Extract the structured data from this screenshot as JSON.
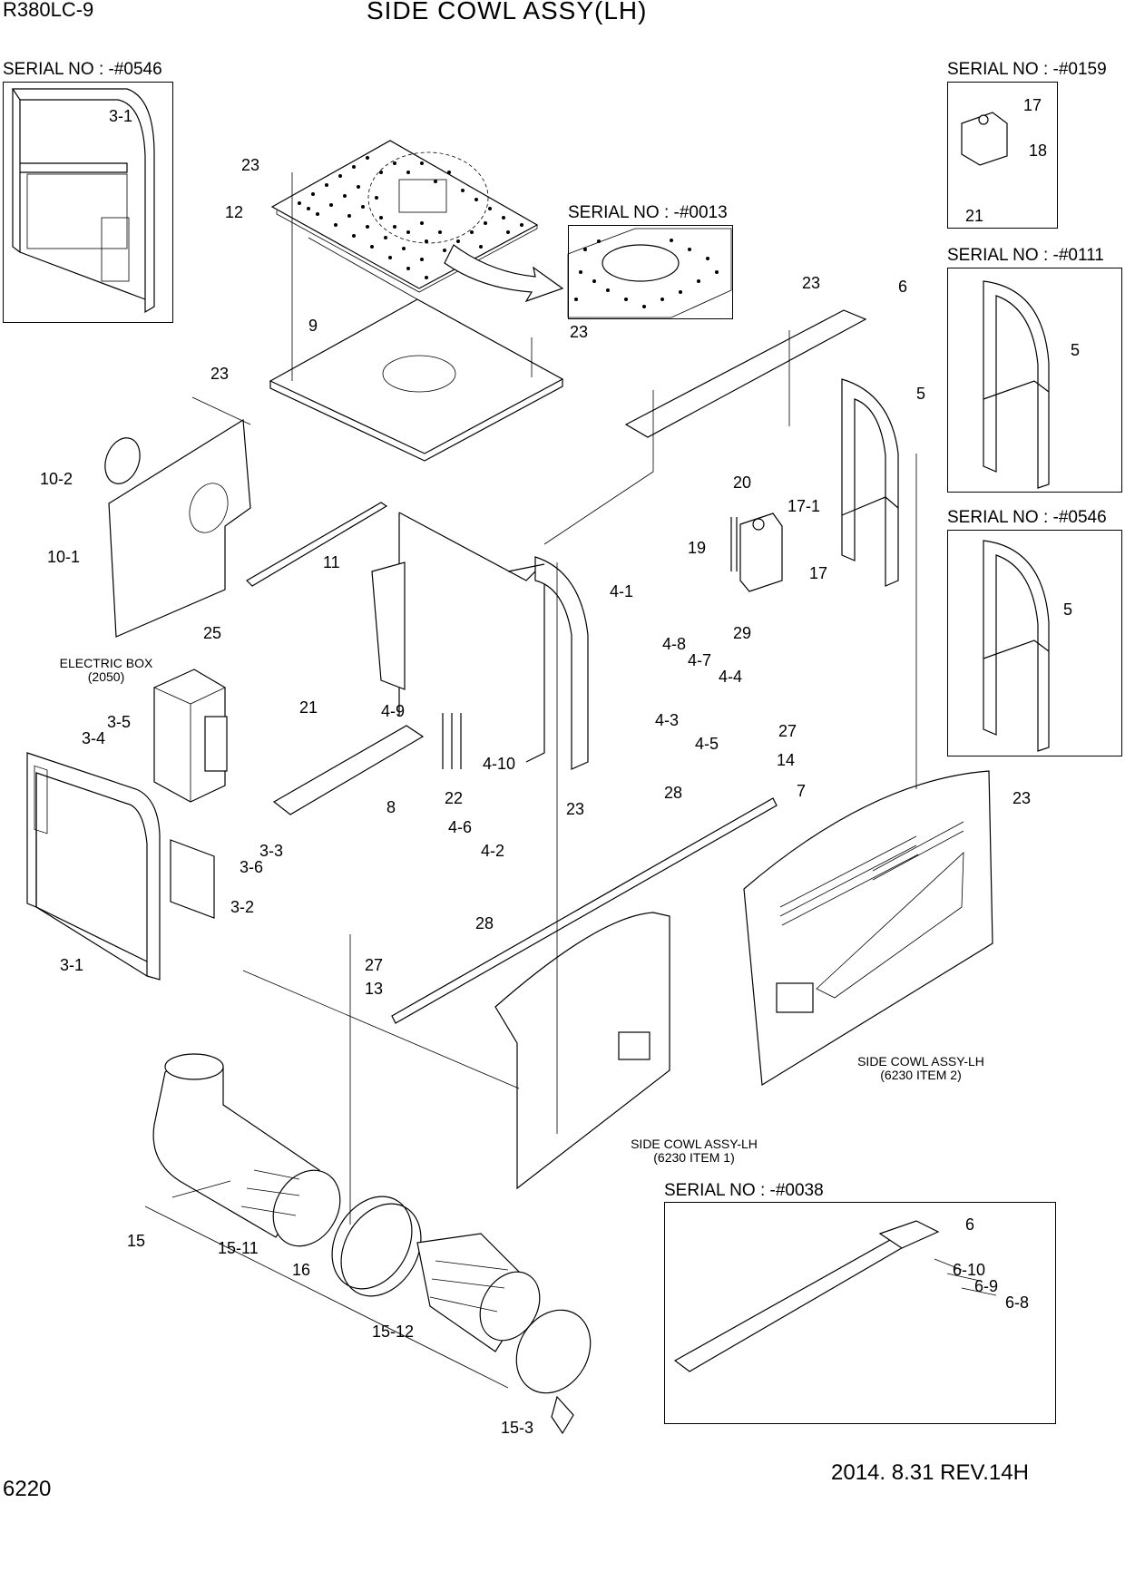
{
  "header": {
    "model": "R380LC-9",
    "title": "SIDE COWL ASSY(LH)"
  },
  "serials": {
    "top_left": "SERIAL NO : -#0546",
    "top_right": "SERIAL NO : -#0159",
    "plate_inset": "SERIAL NO : -#0013",
    "right_mid": "SERIAL NO : -#0111",
    "right_lower": "SERIAL NO : -#0546",
    "bottom_right": "SERIAL NO : -#0038"
  },
  "notes": {
    "electric_box": "ELECTRIC BOX",
    "electric_box_ref": "(2050)",
    "cowl_item2": "SIDE COWL ASSY-LH",
    "cowl_item2_ref": "(6230 ITEM 2)",
    "cowl_item1": "SIDE COWL ASSY-LH",
    "cowl_item1_ref": "(6230 ITEM 1)"
  },
  "callouts": [
    "3-1",
    "23",
    "12",
    "9",
    "23",
    "23",
    "10-2",
    "10-1",
    "11",
    "25",
    "3-5",
    "3-4",
    "21",
    "4-9",
    "4-10",
    "8",
    "22",
    "3-3",
    "3-6",
    "3-2",
    "3-1",
    "4-6",
    "4-2",
    "27",
    "13",
    "28",
    "15",
    "15-11",
    "16",
    "15-12",
    "15-3",
    "4-1",
    "4-8",
    "4-7",
    "4-4",
    "4-3",
    "4-5",
    "23",
    "27",
    "14",
    "28",
    "7",
    "23",
    "6",
    "5",
    "20",
    "17-1",
    "19",
    "17",
    "29",
    "23",
    "17",
    "18",
    "21",
    "5",
    "5",
    "6",
    "6-10",
    "6-9",
    "6-8"
  ],
  "footer": {
    "page": "6220",
    "revision": "2014. 8.31  REV.14H"
  }
}
